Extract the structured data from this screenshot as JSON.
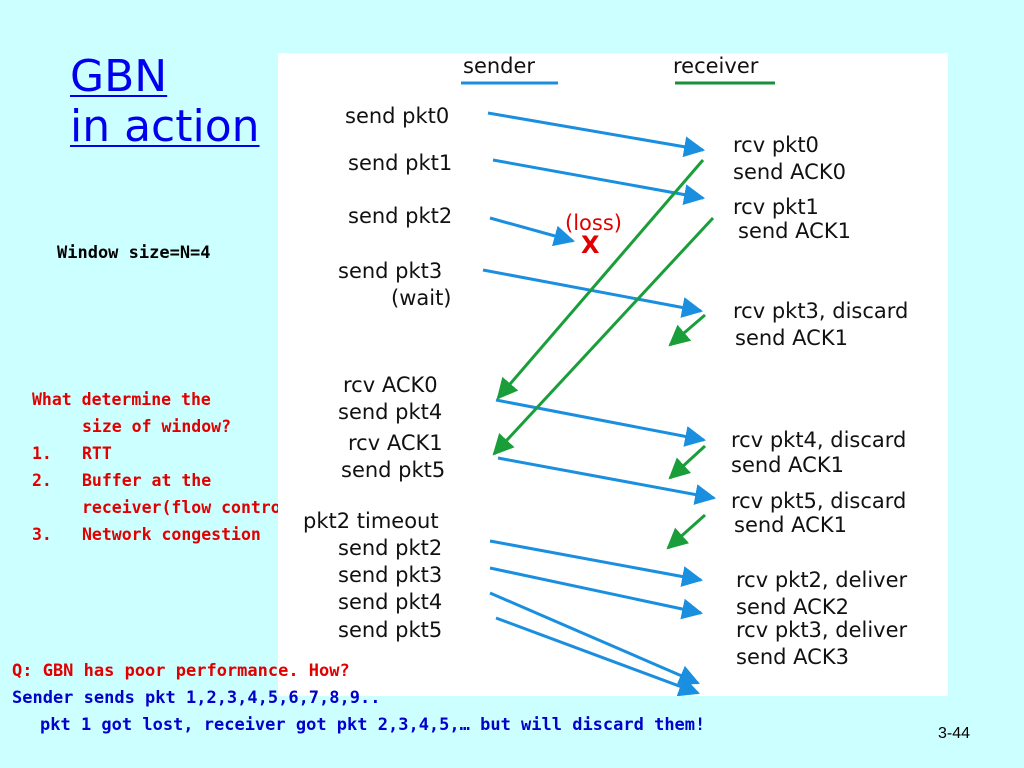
{
  "title": {
    "line1": "GBN",
    "line2": "in action"
  },
  "window_size_label": "Window size=N=4",
  "question": {
    "title_line1": "What determine the",
    "title_line2": "size of window?",
    "items": [
      {
        "num": "1.",
        "text": "RTT"
      },
      {
        "num": "2.",
        "text": "Buffer at the receiver(flow control)"
      },
      {
        "num": "3.",
        "text": "Network congestion"
      }
    ]
  },
  "diagram": {
    "sender_header": "sender",
    "receiver_header": "receiver",
    "sender_labels": [
      "send pkt0",
      "send pkt1",
      "send pkt2",
      "send pkt3",
      "(wait)",
      "rcv ACK0",
      "send pkt4",
      "rcv ACK1",
      "send pkt5",
      "pkt2 timeout",
      "send pkt2",
      "send pkt3",
      "send pkt4",
      "send pkt5"
    ],
    "receiver_labels": [
      "rcv pkt0",
      "send ACK0",
      "rcv pkt1",
      "send ACK1",
      "rcv pkt3, discard",
      "send ACK1",
      "rcv pkt4, discard",
      "send ACK1",
      "rcv pkt5, discard",
      "send ACK1",
      "rcv pkt2, deliver",
      "send ACK2",
      "rcv pkt3, deliver",
      "send ACK3"
    ],
    "loss_label": "(loss)",
    "loss_mark": "X",
    "colors": {
      "packet": "#1a8fe0",
      "ack": "#1a9e3a",
      "loss": "#e00000",
      "sender_line": "#1a8fe0",
      "receiver_line": "#1a8f3a"
    }
  },
  "bottom": {
    "line1": "Q: GBN has poor performance. How?",
    "line2": "Sender sends pkt 1,2,3,4,5,6,7,8,9..",
    "line3": "pkt 1 got lost, receiver got pkt 2,3,4,5,… but will discard them!"
  },
  "page_number": "3-44"
}
